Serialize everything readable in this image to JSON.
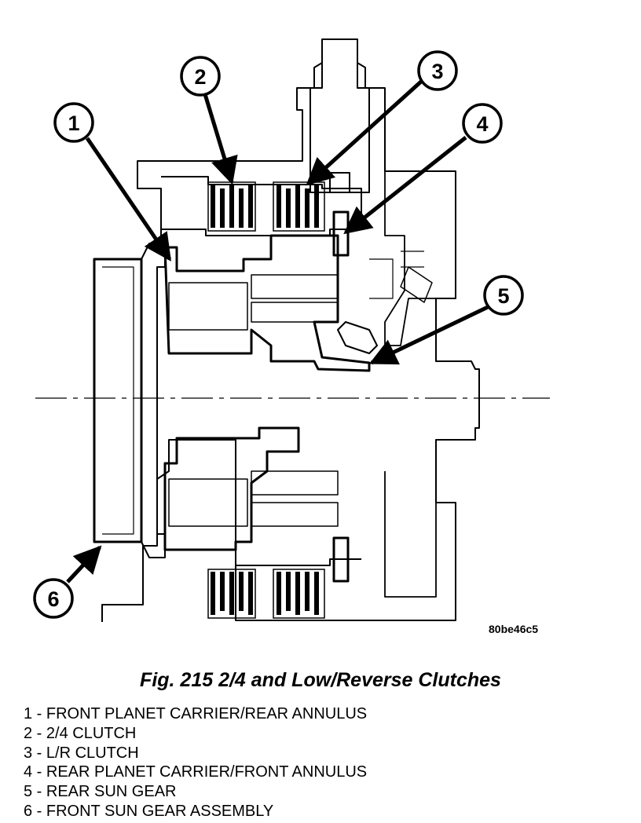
{
  "diagram": {
    "image_code": "80be46c5",
    "callouts": [
      "1",
      "2",
      "3",
      "4",
      "5",
      "6"
    ]
  },
  "figure": {
    "title": "Fig. 215 2/4 and Low/Reverse Clutches"
  },
  "legend": [
    "1 - FRONT PLANET CARRIER/REAR ANNULUS",
    "2 - 2/4 CLUTCH",
    "3 - L/R CLUTCH",
    "4 - REAR PLANET CARRIER/FRONT ANNULUS",
    "5 - REAR SUN GEAR",
    "6 - FRONT SUN GEAR ASSEMBLY"
  ]
}
